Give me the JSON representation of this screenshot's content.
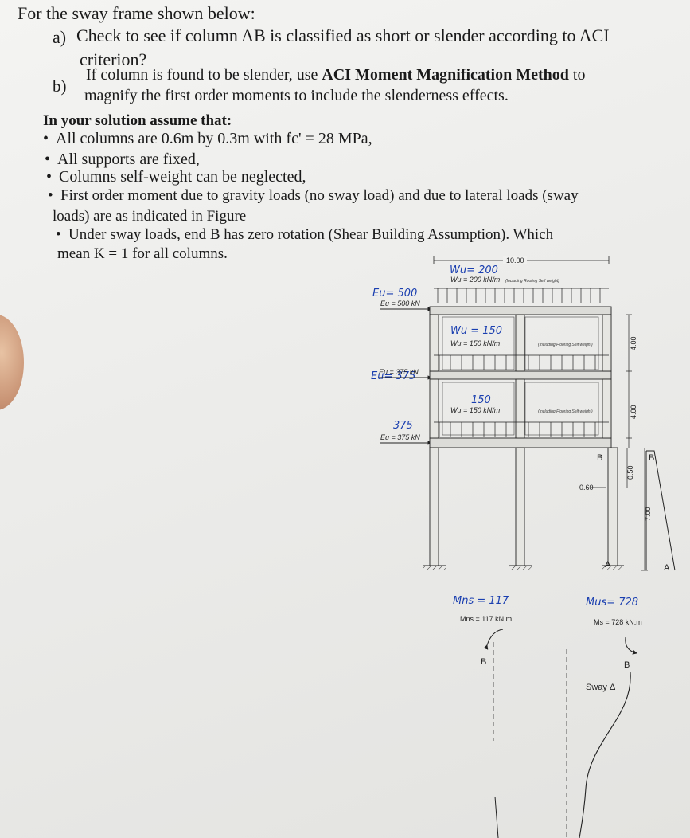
{
  "problem": {
    "title": "For the sway frame shown below:",
    "a_marker": "a)",
    "a_line1": "Check to see if column AB is classified as short or slender according to ACI",
    "a_line2": "criterion?",
    "b_marker": "b)",
    "b_line1_start": "If column is found to be slender, use ",
    "b_line1_bold": "ACI Moment Magnification Method",
    "b_line1_end": " to",
    "b_line2": "magnify the first order moments to include the slenderness effects.",
    "assume_heading": "In your solution assume that:",
    "bullet1": "All columns are 0.6m by 0.3m with fc' = 28 MPa,",
    "bullet2": "All supports are fixed,",
    "bullet3": "Columns self-weight can be neglected,",
    "bullet4_line1": "First order moment due to gravity loads (no sway load) and due to lateral loads (sway",
    "bullet4_line2": "loads) are as indicated in Figure",
    "bullet5_line1": "Under sway loads, end B has zero rotation (Shear Building Assumption). Which",
    "bullet5_line2": "mean K = 1 for all columns."
  },
  "diagram": {
    "span_dim": "10.00",
    "roof_load": "Wu = 200 kN/m",
    "roof_load_note": "(Including Roofing Self weight)",
    "floor2_load": "Wu = 150 kN/m",
    "floor2_load_note": "(Including Flooring Self weight)",
    "floor1_load": "Wu = 150 kN/m",
    "floor1_load_note": "(Including Flooring Self weight)",
    "lateral_roof": "Eu = 500 kN",
    "lateral_f2": "Eu = 375 kN",
    "lateral_f1": "Eu = 375 kN",
    "dim_story_top": "4.00",
    "dim_story_mid": "4.00",
    "dim_beam": "0.50",
    "dim_col_width": "0.60",
    "dim_ground": "7.00",
    "node_b": "B",
    "node_a": "A",
    "m_ns": "Mns = 117 kN.m",
    "m_s": "Ms = 728 kN.m",
    "sway_label": "Sway Δ",
    "hw_roof": "Wu= 200",
    "hw_f2": "Wu = 150",
    "hw_f1": "150",
    "hw_e_roof": "Eu= 500",
    "hw_e_f2": "Eu= 375",
    "hw_e_f1": "375",
    "hw_mns": "Mns = 117",
    "hw_ms": "Mus= 728"
  }
}
